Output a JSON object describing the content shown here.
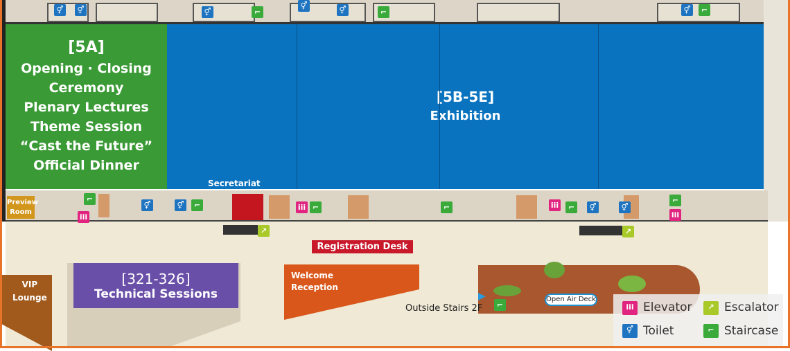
{
  "halls": {
    "a5": {
      "code": "[5A]",
      "lines": [
        "Opening · Closing",
        "Ceremony",
        "Plenary Lectures",
        "Theme Session",
        "“Cast the Future”",
        "Official Dinner"
      ]
    },
    "b5": {
      "code": "[5B-5E]",
      "name": "Exhibition"
    },
    "tech": {
      "code": "[321-326]",
      "name": "Technical Sessions"
    }
  },
  "labels": {
    "secretariat": "Secretariat",
    "preview_room": [
      "Preview",
      "Room"
    ],
    "registration": "Registration Desk",
    "vip": [
      "VIP",
      "Lounge"
    ],
    "welcome": [
      "Welcome",
      "Reception"
    ],
    "outside_stairs": "Outside Stairs 2F",
    "open_air": "Open Air Deck"
  },
  "legend": {
    "elevator": "Elevator",
    "escalator": "Escalator",
    "toilet": "Toilet",
    "staircase": "Staircase"
  },
  "colors": {
    "a5": "#3a9a35",
    "b5": "#0a73bf",
    "tech": "#6a4fa8",
    "welcome": "#d9571a",
    "registration": "#c8182a",
    "frame": "#e8742a"
  }
}
